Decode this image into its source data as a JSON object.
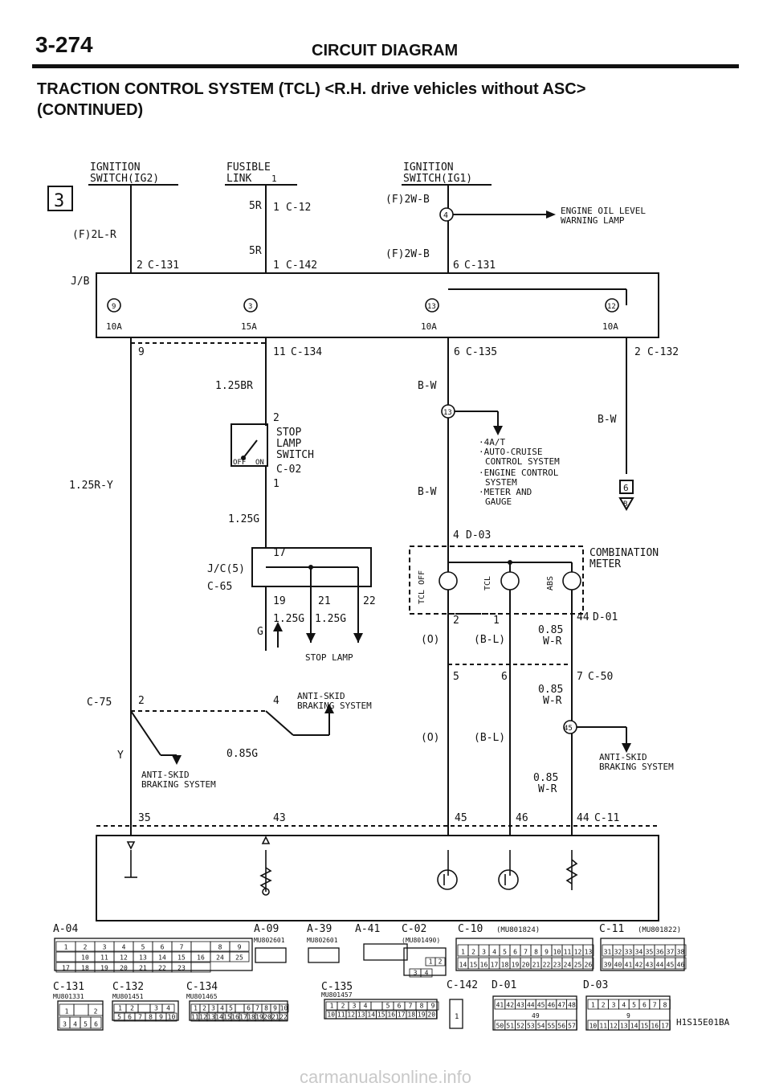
{
  "header": {
    "page_number": "3-274",
    "section_title": "CIRCUIT DIAGRAM",
    "subtitle_line1": "TRACTION CONTROL SYSTEM (TCL) <R.H. drive vehicles without ASC>",
    "subtitle_line2": "(CONTINUED)"
  },
  "labels": {
    "ign_sw_ig2_a": "IGNITION",
    "ign_sw_ig2_b": "SWITCH(IG2)",
    "fusible_a": "FUSIBLE",
    "fusible_b": "LINK",
    "fusible_num": "1",
    "ign_sw_ig1_a": "IGNITION",
    "ign_sw_ig1_b": "SWITCH(IG1)",
    "box3": "3",
    "f2lr": "(F)2L-R",
    "f2wb_1": "(F)2W-B",
    "f2wb_2": "(F)2W-B",
    "jb": "J/B",
    "r5r_1": "5R",
    "r5r_2": "5R",
    "p1_c12": "1",
    "c12": "C-12",
    "p1_c142": "1",
    "c142": "C-142",
    "p2_c131": "2",
    "c131_a": "C-131",
    "p6_c131": "6",
    "c131_b": "C-131",
    "node4": "4",
    "eng_oil_a": "ENGINE OIL LEVEL",
    "eng_oil_b": "WARNING LAMP",
    "fuse9": "9",
    "fuse3": "3",
    "fuse13": "13",
    "fuse12": "12",
    "amp10_a": "10A",
    "amp15": "15A",
    "amp10_b": "10A",
    "amp10_c": "10A",
    "p9": "9",
    "p11": "11",
    "c134": "C-134",
    "p6_c135": "6",
    "c135": "C-135",
    "p2_c132": "2",
    "c132": "C-132",
    "w125br": "1.25BR",
    "wbw_1": "B-W",
    "wbw_2": "B-W",
    "wbw_3": "B-W",
    "node13": "13",
    "p2_stop": "2",
    "stop_a": "STOP",
    "stop_b": "LAMP",
    "stop_c": "SWITCH",
    "c02": "C-02",
    "p1_stop": "1",
    "sw_off": "OFF",
    "sw_on": "ON",
    "list1": "·4A/T",
    "list2": "·AUTO-CRUISE",
    "list2b": "CONTROL SYSTEM",
    "list3": "·ENGINE CONTROL",
    "list3b": "SYSTEM",
    "list4": "·METER AND",
    "list4b": "GAUGE",
    "box6": "6",
    "box_b": "B",
    "w125ry": "1.25R-Y",
    "w125g": "1.25G",
    "p4_d03": "4",
    "d03": "D-03",
    "comb_a": "COMBINATION",
    "comb_b": "METER",
    "p17": "17",
    "jc5": "J/C(5)",
    "c65": "C-65",
    "tcl_off": "TCL OFF",
    "tcl": "TCL",
    "abs": "ABS",
    "p19": "19",
    "p21": "21",
    "p22": "22",
    "w125g_a": "1.25G",
    "w125g_b": "1.25G",
    "p2m": "2",
    "p1m": "1",
    "p44_d01": "44",
    "d01": "D-01",
    "w085wr_1a": "0.85",
    "w085wr_1b": "W-R",
    "wo_1": "(O)",
    "wbl_1": "(B-L)",
    "g_lab": "G",
    "stoplamp": "STOP LAMP",
    "p5": "5",
    "p6": "6",
    "p7_c50": "7",
    "c50": "C-50",
    "c75": "C-75",
    "p2_c75": "2",
    "p4_abs": "4",
    "antiskid_a": "ANTI-SKID",
    "antiskid_b": "BRAKING SYSTEM",
    "w085wr_2a": "0.85",
    "w085wr_2b": "W-R",
    "node45": "45",
    "y_lab": "Y",
    "w085g": "0.85G",
    "wo_2": "(O)",
    "wbl_2": "(B-L)",
    "antiskid2_a": "ANTI-SKID",
    "antiskid2_b": "BRAKING SYSTEM",
    "antiskid3_a": "ANTI-SKID",
    "antiskid3_b": "BRAKING SYSTEM",
    "w085wr_3a": "0.85",
    "w085wr_3b": "W-R",
    "p35": "35",
    "p43": "43",
    "p45": "45",
    "p46": "46",
    "p44_c11": "44",
    "c11": "C-11"
  },
  "connectors": {
    "a04": "A-04",
    "a09": "A-09",
    "a39": "A-39",
    "a41": "A-41",
    "c02": "C-02",
    "c10": "C-10",
    "c10_part": "(MU801824)",
    "c11": "C-11",
    "c11_part": "(MU801822)",
    "mu802601_a": "MU802601",
    "mu802601_b": "MU802601",
    "mu801490": "(MU801490)",
    "c131": "C-131",
    "c132": "C-132",
    "c134": "C-134",
    "c135": "C-135",
    "c142": "C-142",
    "d01": "D-01",
    "d03": "D-03",
    "mu801331": "MU801331",
    "mu801451": "MU801451",
    "mu801465": "MU801465",
    "mu801457": "MU801457",
    "fig_code": "H1S15E01BA",
    "d01_mid": "49",
    "d03_mid": "9",
    "a04_row1": [
      "1",
      "2",
      "3",
      "4",
      "5",
      "6",
      "7",
      "",
      "8",
      "9"
    ],
    "a04_row2": [
      "",
      "10",
      "11",
      "12",
      "13",
      "14",
      "15",
      "16",
      "24",
      "25"
    ],
    "a04_row3": [
      "17",
      "18",
      "19",
      "20",
      "21",
      "22",
      "23",
      ""
    ],
    "c10_row1": [
      "1",
      "2",
      "3",
      "4",
      "5",
      "6",
      "7",
      "8",
      "9",
      "10",
      "11",
      "12",
      "13"
    ],
    "c10_row2": [
      "14",
      "15",
      "16",
      "17",
      "18",
      "19",
      "20",
      "21",
      "22",
      "23",
      "24",
      "25",
      "26"
    ],
    "c11_row1": [
      "31",
      "32",
      "33",
      "34",
      "35",
      "36",
      "37",
      "38"
    ],
    "c11_row2": [
      "39",
      "40",
      "41",
      "42",
      "43",
      "44",
      "45",
      "46"
    ],
    "c131_row1": [
      "1",
      "",
      "2"
    ],
    "c131_row2": [
      "3",
      "4",
      "5",
      "6"
    ],
    "c132_row1": [
      "1",
      "2",
      "",
      "3",
      "4"
    ],
    "c132_row2": [
      "5",
      "6",
      "7",
      "8",
      "9",
      "10"
    ],
    "c134_row1": [
      "1",
      "2",
      "3",
      "4",
      "5",
      "",
      "6",
      "7",
      "8",
      "9",
      "10"
    ],
    "c134_row2": [
      "11",
      "12",
      "13",
      "14",
      "15",
      "16",
      "17",
      "18",
      "19",
      "20",
      "21",
      "22"
    ],
    "c135_row1": [
      "1",
      "2",
      "3",
      "4",
      "",
      "5",
      "6",
      "7",
      "8",
      "9"
    ],
    "c135_row2": [
      "10",
      "11",
      "12",
      "13",
      "14",
      "15",
      "16",
      "17",
      "18",
      "19",
      "20"
    ],
    "d01_row1": [
      "41",
      "42",
      "43",
      "44",
      "45",
      "46",
      "47",
      "48"
    ],
    "d01_row2": [
      "50",
      "51",
      "52",
      "53",
      "54",
      "55",
      "56",
      "57"
    ],
    "d03_row1": [
      "1",
      "2",
      "3",
      "4",
      "5",
      "6",
      "7",
      "8"
    ],
    "d03_row2": [
      "10",
      "11",
      "12",
      "13",
      "14",
      "15",
      "16",
      "17"
    ],
    "c02_pins": [
      "1",
      "2"
    ],
    "c02_pins2": [
      "3",
      "4"
    ],
    "c142_pin": "1"
  },
  "watermark": "carmanualsonline.info"
}
